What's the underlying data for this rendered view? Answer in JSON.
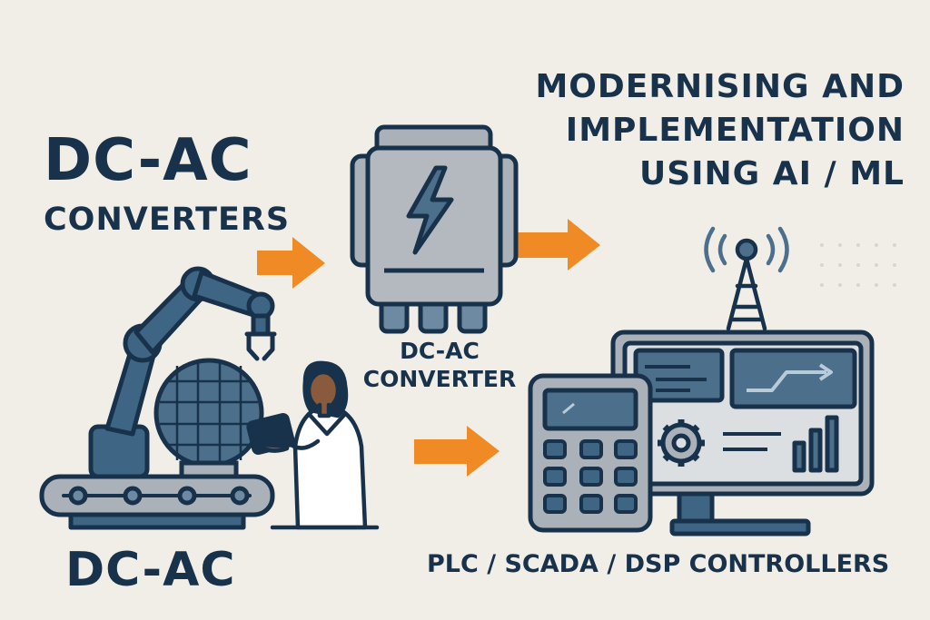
{
  "colors": {
    "background": "#f1eee8",
    "navy": "#17324a",
    "steel": "#3f6584",
    "grey": "#9ea6ad",
    "orange": "#f08a24",
    "screen": "#4c6f8b"
  },
  "left_title": {
    "main": "DC-AC",
    "sub": "CONVERTERS"
  },
  "bottom_left_label": "DC-AC",
  "converter_label": {
    "line1": "DC-AC",
    "line2": "CONVERTER"
  },
  "heading": {
    "line1": "MODERNISING AND",
    "line2": "IMPLEMENTATION",
    "line3": "USING AI / ML"
  },
  "controllers_label": "PLC / SCADA / DSP CONTROLLERS",
  "icons": {
    "robot": "robotic-arm-icon",
    "wafer": "silicon-wafer-icon",
    "engineer": "engineer-with-tablet-icon",
    "converter": "converter-box-icon",
    "bolt": "lightning-bolt-icon",
    "antenna": "signal-antenna-icon",
    "monitor": "monitor-dashboard-icon",
    "calculator": "calculator-controller-icon",
    "gear": "gear-icon",
    "arrow": "arrow-right-icon"
  }
}
